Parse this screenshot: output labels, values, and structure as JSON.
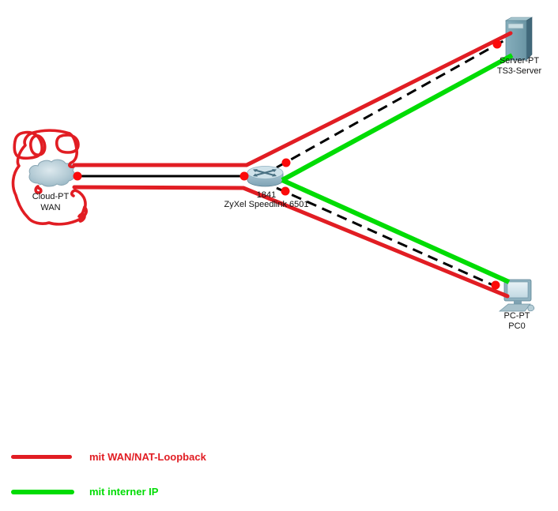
{
  "colors": {
    "wan_red": "#e11d23",
    "intern_green": "#00dc04",
    "link_black": "#000000",
    "dot_red": "#fb0a0a"
  },
  "devices": {
    "cloud": {
      "model": "Cloud-PT",
      "name": "WAN"
    },
    "router": {
      "model": "1841",
      "name": "ZyXel Speedlink 6501"
    },
    "server": {
      "model": "Server-PT",
      "name": "TS3-Server"
    },
    "pc": {
      "model": "PC-PT",
      "name": "PC0"
    }
  },
  "legend": [
    {
      "label": "mit WAN/NAT-Loopback",
      "color": "#e11d23"
    },
    {
      "label": "mit interner IP",
      "color": "#00dc04"
    }
  ]
}
